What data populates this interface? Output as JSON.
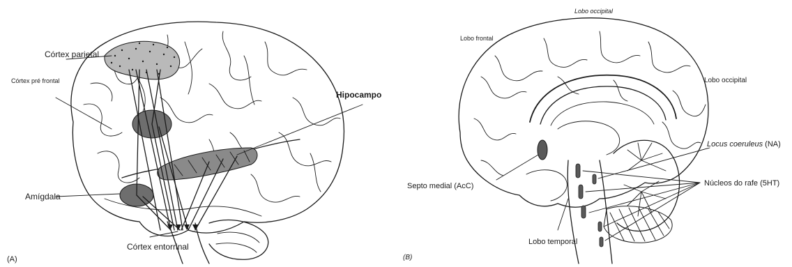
{
  "panel_a": {
    "panel_label": "(A)",
    "labels": {
      "parietal": "Córtex parietal",
      "prefrontal": "Córtex pré frontal",
      "hippocampus": "Hipocampo",
      "amygdala": "Amígdala",
      "entorhinal": "Córtex entorrinal"
    }
  },
  "panel_b": {
    "panel_label": "(B)",
    "labels": {
      "occipital_top": "Lobo occipital",
      "frontal": "Lobo frontal",
      "occipital_right": "Lobo occipital",
      "locus_italic": "Locus coeruleus",
      "locus_suffix": " (NA)",
      "septum": "Septo medial (AcC)",
      "raphe": "Núcleos do rafe (5HT)",
      "temporal": "Lobo temporal"
    }
  }
}
